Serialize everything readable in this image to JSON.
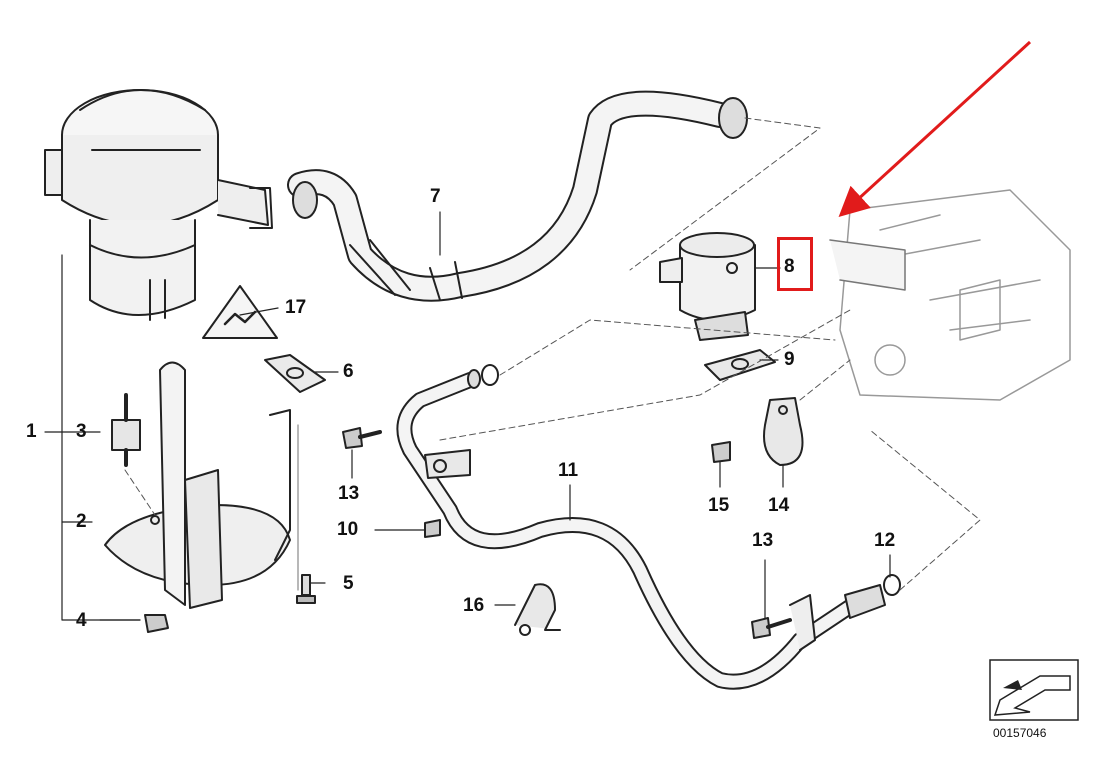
{
  "diagram": {
    "highlight_color": "#e11b1b",
    "line_color": "#222222",
    "parts": [
      {
        "id": "1",
        "label": "1"
      },
      {
        "id": "2",
        "label": "2"
      },
      {
        "id": "3",
        "label": "3"
      },
      {
        "id": "4",
        "label": "4"
      },
      {
        "id": "5",
        "label": "5"
      },
      {
        "id": "6",
        "label": "6"
      },
      {
        "id": "7",
        "label": "7"
      },
      {
        "id": "8",
        "label": "8"
      },
      {
        "id": "9",
        "label": "9"
      },
      {
        "id": "10",
        "label": "10"
      },
      {
        "id": "11",
        "label": "11"
      },
      {
        "id": "12",
        "label": "12"
      },
      {
        "id": "13a",
        "label": "13"
      },
      {
        "id": "13b",
        "label": "13"
      },
      {
        "id": "14",
        "label": "14"
      },
      {
        "id": "15",
        "label": "15"
      },
      {
        "id": "16",
        "label": "16"
      },
      {
        "id": "17",
        "label": "17"
      }
    ],
    "highlighted_part": "8",
    "document_number": "00157046"
  }
}
